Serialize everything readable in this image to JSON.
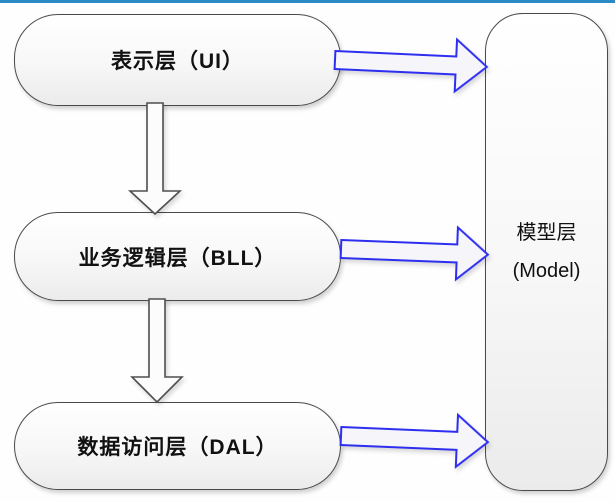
{
  "diagram": {
    "nodes": {
      "ui": {
        "label": "表示层（UI）"
      },
      "bll": {
        "label": "业务逻辑层（BLL）"
      },
      "dal": {
        "label": "数据访问层（DAL）"
      },
      "model": {
        "line1": "模型层",
        "line2": "(Model)"
      }
    },
    "edges": [
      {
        "from": "ui",
        "to": "bll",
        "style": "block-arrow-down"
      },
      {
        "from": "bll",
        "to": "dal",
        "style": "block-arrow-down"
      },
      {
        "from": "ui",
        "to": "model",
        "style": "block-arrow-right"
      },
      {
        "from": "bll",
        "to": "model",
        "style": "block-arrow-right"
      },
      {
        "from": "dal",
        "to": "model",
        "style": "block-arrow-right"
      }
    ],
    "colors": {
      "top_strip_blue": "#2a8ac6",
      "arrow_outline_blue": "#2e2ef0",
      "arrow_outline_gray": "#4f4f4f",
      "node_border_gray": "#4a4a4a",
      "node_fill": "#f5f5f5",
      "text": "#111111"
    }
  }
}
